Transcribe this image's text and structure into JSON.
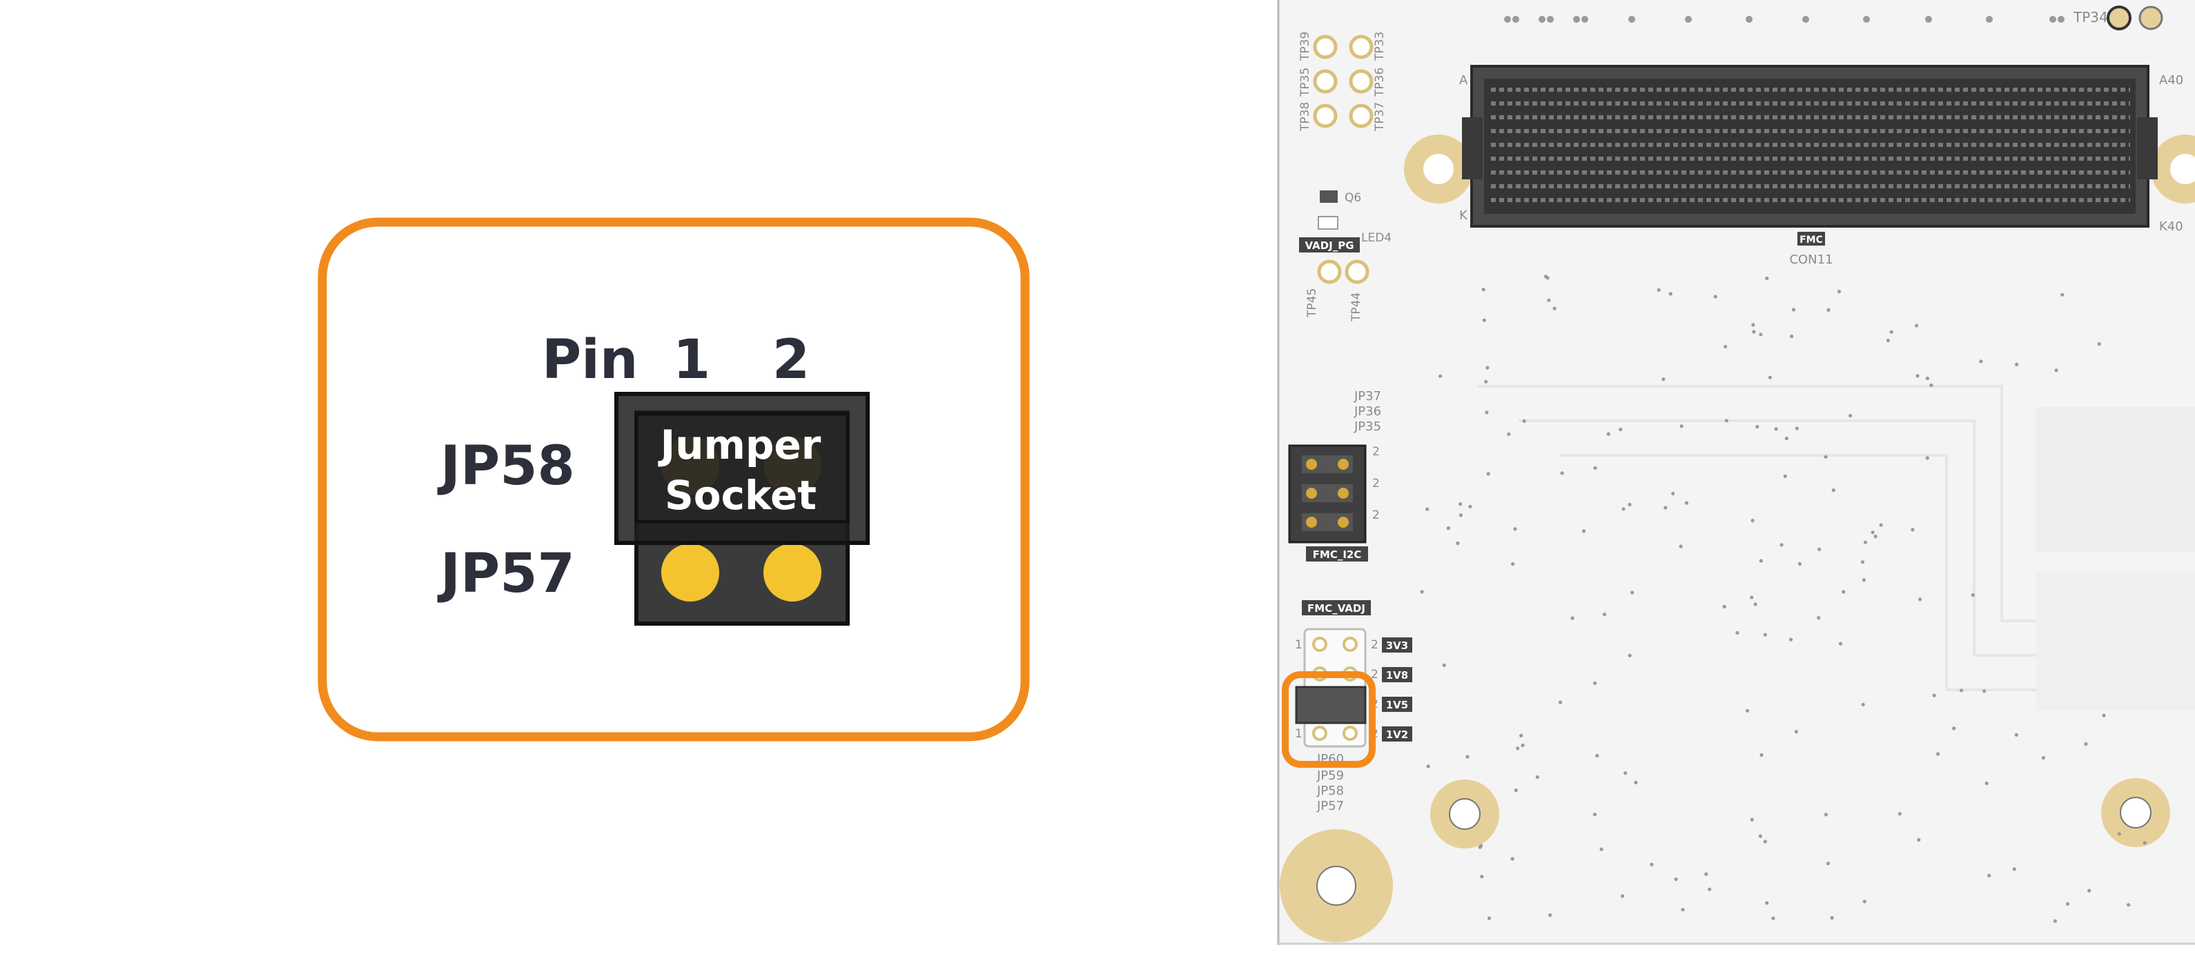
{
  "colors": {
    "callout_orange": "#f28b1e",
    "pin_gold": "#f4c430",
    "jumper_dark": "#3a3a3a",
    "pcb_background": "#f4f4f4",
    "label_text": "#2d2f3a",
    "mount_pad": "#e6d09a"
  },
  "callout": {
    "pin_header": "Pin",
    "pin_numbers": [
      "1",
      "2"
    ],
    "rows": [
      "JP58",
      "JP57"
    ],
    "jumper_label_line1": "Jumper",
    "jumper_label_line2": "Socket"
  },
  "board": {
    "testpoints_top_left": [
      "TP38",
      "TP35",
      "TP39",
      "TP37",
      "TP36",
      "TP33"
    ],
    "testpoint_top_right": "TP34",
    "transistor": "Q6",
    "led": "LED4",
    "vadj_pg_label": "VADJ_PG",
    "testpoints_bottom": [
      "TP45",
      "TP44"
    ],
    "connector_name": "FMC",
    "connector_ref": "CON11",
    "connector_pin_left_top": "A",
    "connector_pin_left_bottom": "K",
    "connector_pin_right_top": "A40",
    "connector_pin_right_bottom": "K40",
    "i2c_jumpers": [
      "JP37",
      "JP36",
      "JP35"
    ],
    "i2c_pin_marks": [
      "2",
      "2",
      "2"
    ],
    "i2c_label": "FMC_I2C",
    "vadj_label": "FMC_VADJ",
    "vadj_rows": [
      {
        "pin1": "1",
        "pin2": "2",
        "voltage": "3V3"
      },
      {
        "pin1": "",
        "pin2": "2",
        "voltage": "1V8"
      },
      {
        "pin1": "",
        "pin2": "2",
        "voltage": "1V5"
      },
      {
        "pin1": "1",
        "pin2": "2",
        "voltage": "1V2"
      }
    ],
    "vadj_jumpers": [
      "JP60",
      "JP59",
      "JP58",
      "JP57"
    ]
  }
}
